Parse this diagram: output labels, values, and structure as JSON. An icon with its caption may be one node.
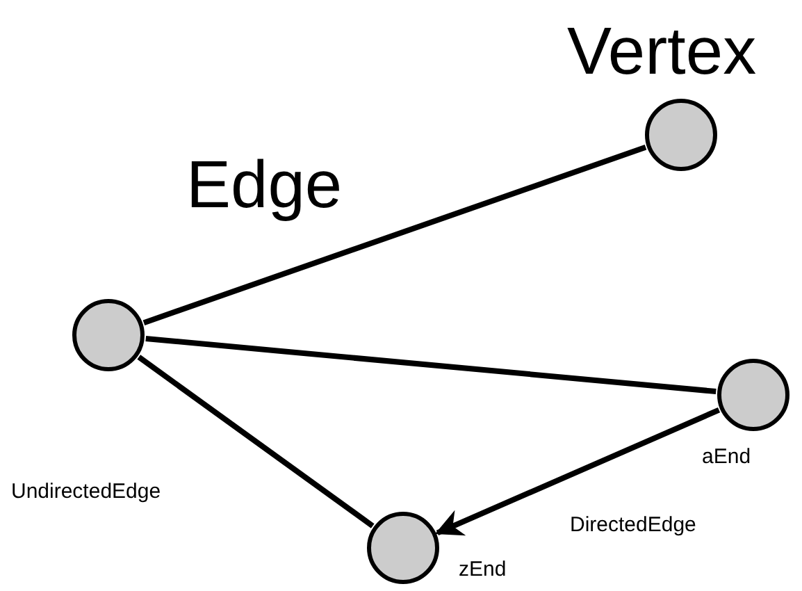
{
  "diagram": {
    "nodes": [
      {
        "text": [],
        "shape": "circle",
        "beside": [
          "Vertex"
        ]
      },
      {
        "text": [],
        "shape": "circle"
      },
      {
        "text": [],
        "shape": "circle",
        "beside": [
          "aEnd"
        ]
      },
      {
        "text": [],
        "shape": "circle",
        "beside": [
          "zEnd"
        ]
      }
    ],
    "edges": [
      {
        "from": 1,
        "to": 0,
        "arrow": "none",
        "label": "Edge"
      },
      {
        "from": 1,
        "to": 2,
        "arrow": "none"
      },
      {
        "from": 1,
        "to": 3,
        "arrow": "none",
        "label": "UndirectedEdge"
      },
      {
        "from": 2,
        "to": 3,
        "arrow": "to",
        "label": "DirectedEdge"
      }
    ]
  }
}
